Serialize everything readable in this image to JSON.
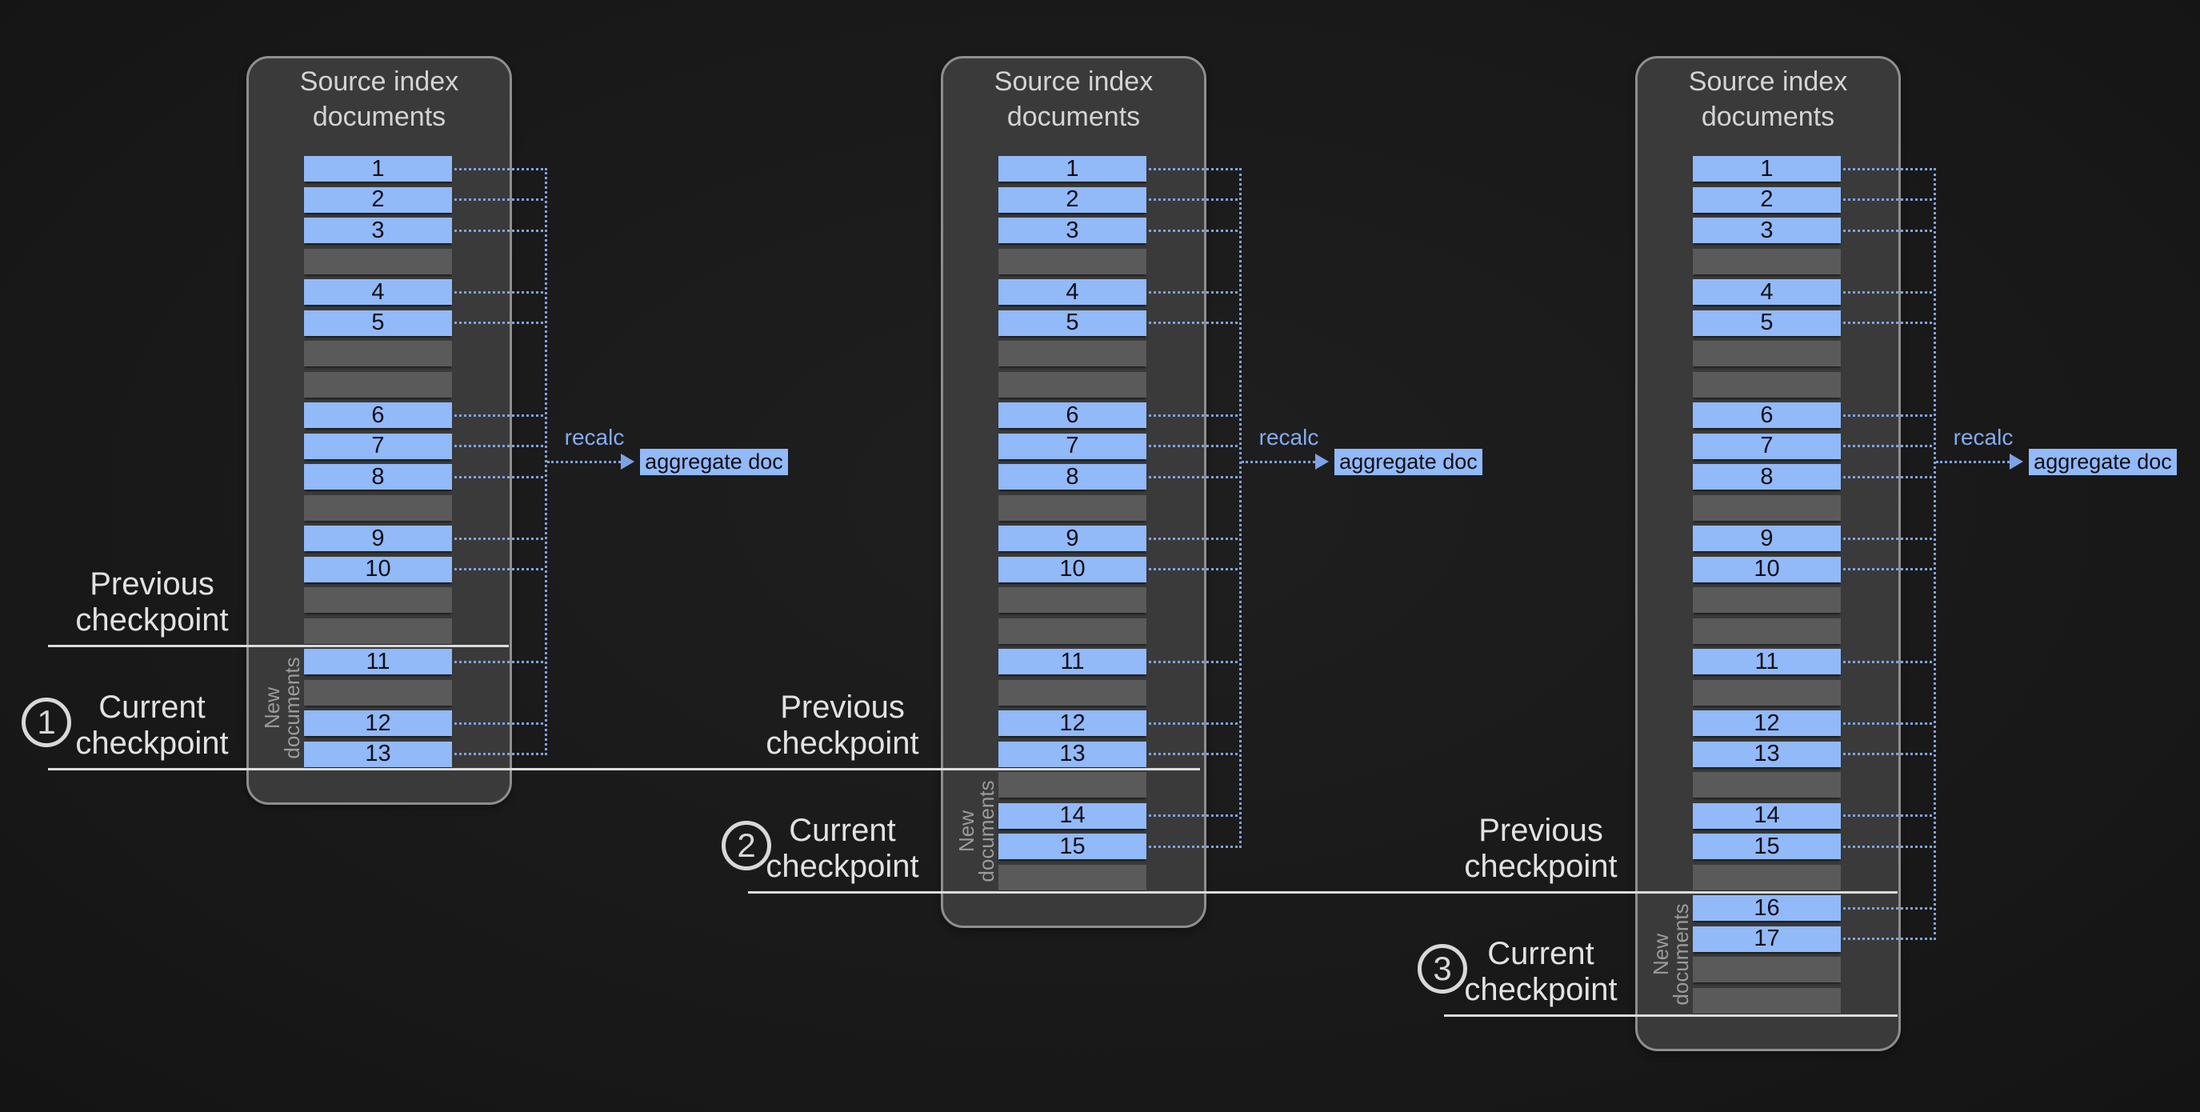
{
  "diagram": {
    "labels": {
      "panel_title_lines": [
        "Source index",
        "documents"
      ],
      "previous_checkpoint_lines": [
        "Previous",
        "checkpoint"
      ],
      "current_checkpoint_lines": [
        "Current",
        "checkpoint"
      ],
      "new_documents_lines": [
        "New",
        "documents"
      ],
      "recalc": "recalc",
      "aggregate_doc": "aggregate doc"
    },
    "stages": [
      {
        "step_number": "1",
        "rows": [
          "1",
          "2",
          "3",
          null,
          "4",
          "5",
          null,
          null,
          "6",
          "7",
          "8",
          null,
          "9",
          "10",
          null,
          null,
          "11",
          null,
          "12",
          "13"
        ],
        "new_docs_rows": [
          16,
          19
        ]
      },
      {
        "step_number": "2",
        "rows": [
          "1",
          "2",
          "3",
          null,
          "4",
          "5",
          null,
          null,
          "6",
          "7",
          "8",
          null,
          "9",
          "10",
          null,
          null,
          "11",
          null,
          "12",
          "13",
          null,
          "14",
          "15",
          null
        ],
        "new_docs_rows": [
          20,
          23
        ]
      },
      {
        "step_number": "3",
        "rows": [
          "1",
          "2",
          "3",
          null,
          "4",
          "5",
          null,
          null,
          "6",
          "7",
          "8",
          null,
          "9",
          "10",
          null,
          null,
          "11",
          null,
          "12",
          "13",
          null,
          "14",
          "15",
          null,
          "16",
          "17",
          null,
          null
        ],
        "new_docs_rows": [
          24,
          27
        ]
      }
    ],
    "colors": {
      "background": "#1b1b1b",
      "panel_fill": "#3a3a3a",
      "panel_border": "#8e8e8e",
      "doc_blue": "#92b9f8",
      "slot_gray": "#5a5a5a",
      "dotted_blue": "#7ea3e6",
      "recalc_text": "#84acf0",
      "checkpoint_line": "#dcdcdc",
      "label_text": "#e2e2e2",
      "title_text": "#d4d4d4",
      "new_docs_text": "#9b9b9b",
      "bar_number_text": "#0e0e16"
    }
  }
}
